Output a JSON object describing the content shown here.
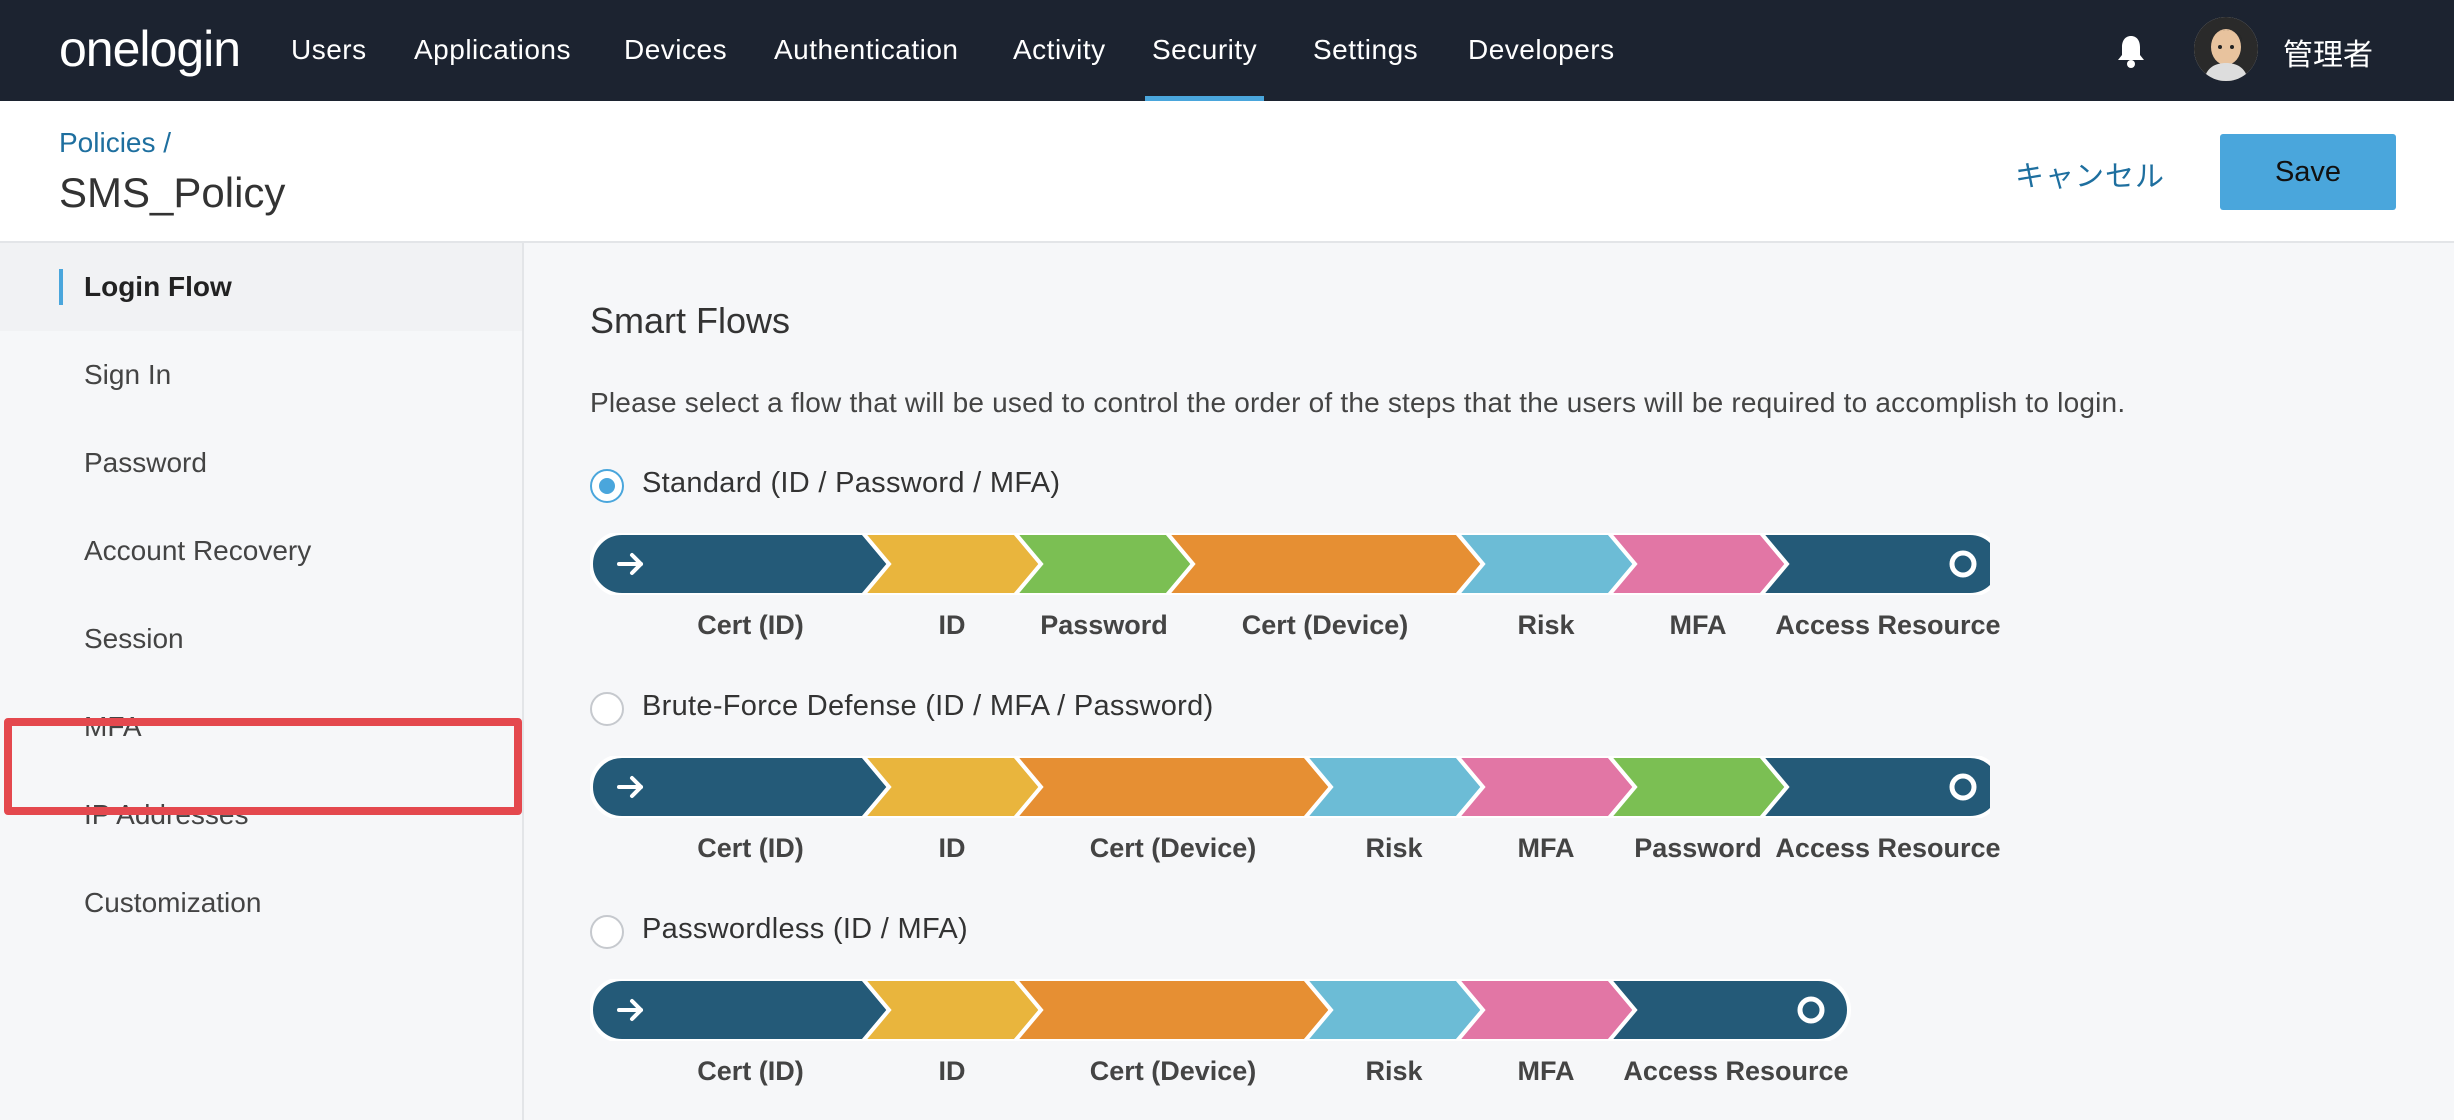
{
  "nav": {
    "logo": "onelogin",
    "items": [
      "Users",
      "Applications",
      "Devices",
      "Authentication",
      "Activity",
      "Security",
      "Settings",
      "Developers"
    ],
    "active": "Security",
    "username": "管理者"
  },
  "header": {
    "breadcrumb": "Policies /",
    "title": "SMS_Policy",
    "cancel_label": "キャンセル",
    "save_label": "Save"
  },
  "sidebar": {
    "items": [
      {
        "label": "Login Flow",
        "active": true
      },
      {
        "label": "Sign In"
      },
      {
        "label": "Password"
      },
      {
        "label": "Account Recovery"
      },
      {
        "label": "Session"
      },
      {
        "label": "MFA",
        "highlighted": true
      },
      {
        "label": "IP Addresses"
      },
      {
        "label": "Customization"
      }
    ]
  },
  "main": {
    "title": "Smart Flows",
    "description": "Please select a flow that will be used to control the order of the steps that the users will be required to accomplish to login.",
    "flows": [
      {
        "label": "Standard (ID / Password / MFA)",
        "selected": true,
        "steps": [
          "Cert (ID)",
          "ID",
          "Password",
          "Cert (Device)",
          "Risk",
          "MFA",
          "Access Resource"
        ]
      },
      {
        "label": "Brute-Force Defense (ID / MFA / Password)",
        "selected": false,
        "steps": [
          "Cert (ID)",
          "ID",
          "Cert (Device)",
          "Risk",
          "MFA",
          "Password",
          "Access Resource"
        ]
      },
      {
        "label": "Passwordless (ID / MFA)",
        "selected": false,
        "steps": [
          "Cert (ID)",
          "ID",
          "Cert (Device)",
          "Risk",
          "MFA",
          "Access Resource"
        ]
      }
    ],
    "step_colors": {
      "Cert (ID)": "#245a78",
      "ID": "#e9b53d",
      "Password": "#7bbf53",
      "Cert (Device)": "#e68f33",
      "Risk": "#6cbcd6",
      "MFA": "#e276a5",
      "Access Resource": "#245a78"
    }
  },
  "colors": {
    "accent": "#4aa6dc",
    "nav_bg": "#1c2330",
    "highlight": "#e4484e",
    "link": "#1e6f9f"
  }
}
